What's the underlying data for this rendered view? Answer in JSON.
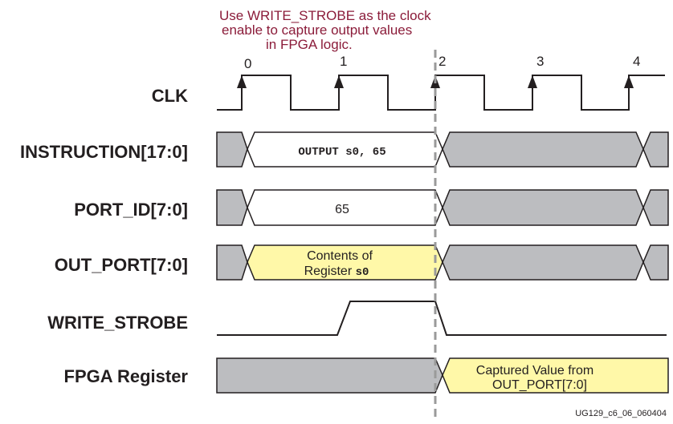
{
  "annotation": {
    "line1": "Use WRITE_STROBE as the clock",
    "line2": "enable to capture output values",
    "line3": "in FPGA logic."
  },
  "clock_edges": [
    "0",
    "1",
    "2",
    "3",
    "4"
  ],
  "signals": {
    "clk": "CLK",
    "instruction": "INSTRUCTION[17:0]",
    "port_id": "PORT_ID[7:0]",
    "out_port": "OUT_PORT[7:0]",
    "write_strobe": "WRITE_STROBE",
    "fpga_register": "FPGA Register"
  },
  "bus_values": {
    "instruction": "OUTPUT s0, 65",
    "port_id": "65",
    "out_port_line1": "Contents of",
    "out_port_line2_prefix": "Register ",
    "out_port_line2_reg": "s0",
    "fpga_register_line1": "Captured Value from",
    "fpga_register_line2": "OUT_PORT[7:0]"
  },
  "colors": {
    "ink": "#231f20",
    "bus_gray": "#bcbdc0",
    "highlight_yellow": "#fff8a8",
    "annotation": "#8b1c3a",
    "marker_line": "#9a9a9a"
  },
  "footer": "UG129_c6_06_060404"
}
